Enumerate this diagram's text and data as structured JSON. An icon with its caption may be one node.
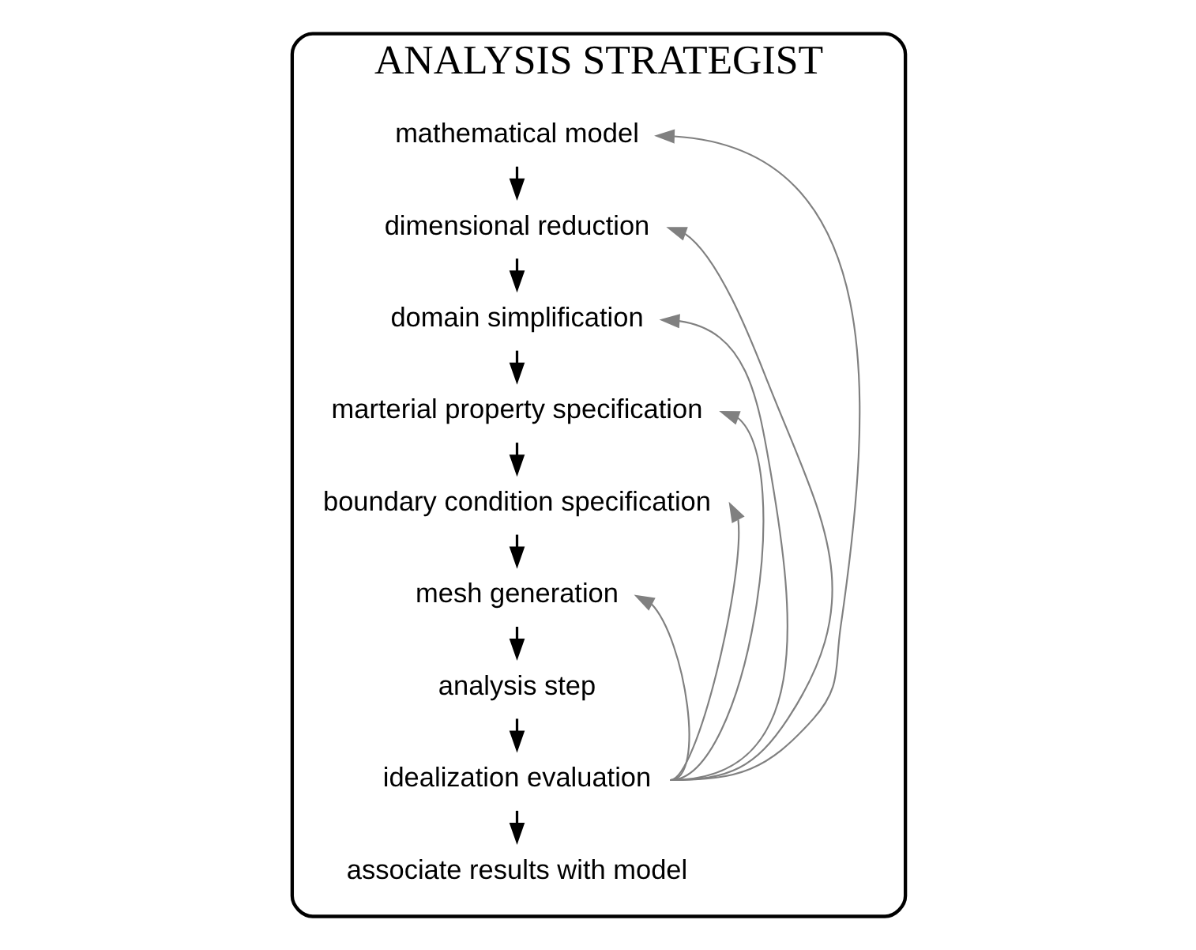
{
  "diagram": {
    "nodes": [
      {
        "text": [
          "ANALYSIS STRATEGIST"
        ]
      },
      {
        "text": [
          "mathematical model"
        ],
        "in": 0
      },
      {
        "text": [
          "dimensional reduction"
        ],
        "in": 0
      },
      {
        "text": [
          "domain simplification"
        ],
        "in": 0
      },
      {
        "text": [
          "marterial property specification"
        ],
        "in": 0
      },
      {
        "text": [
          "boundary condition specification"
        ],
        "in": 0
      },
      {
        "text": [
          "mesh generation"
        ],
        "in": 0
      },
      {
        "text": [
          "analysis step"
        ],
        "in": 0
      },
      {
        "text": [
          "idealization evaluation"
        ],
        "in": 0
      },
      {
        "text": [
          "associate results with model"
        ],
        "in": 0
      }
    ],
    "edges": [
      {
        "from": 1,
        "to": 2,
        "arrow": "to"
      },
      {
        "from": 2,
        "to": 3,
        "arrow": "to"
      },
      {
        "from": 3,
        "to": 4,
        "arrow": "to"
      },
      {
        "from": 4,
        "to": 5,
        "arrow": "to"
      },
      {
        "from": 5,
        "to": 6,
        "arrow": "to"
      },
      {
        "from": 6,
        "to": 7,
        "arrow": "to"
      },
      {
        "from": 7,
        "to": 8,
        "arrow": "to"
      },
      {
        "from": 8,
        "to": 9,
        "arrow": "to"
      },
      {
        "from": 8,
        "to": 1,
        "arrow": "to",
        "color": "#808080"
      },
      {
        "from": 8,
        "to": 2,
        "arrow": "to",
        "color": "#808080"
      },
      {
        "from": 8,
        "to": 3,
        "arrow": "to",
        "color": "#808080"
      },
      {
        "from": 8,
        "to": 4,
        "arrow": "to",
        "color": "#808080"
      },
      {
        "from": 8,
        "to": 5,
        "arrow": "to",
        "color": "#808080"
      },
      {
        "from": 8,
        "to": 6,
        "arrow": "to",
        "color": "#808080"
      }
    ]
  }
}
